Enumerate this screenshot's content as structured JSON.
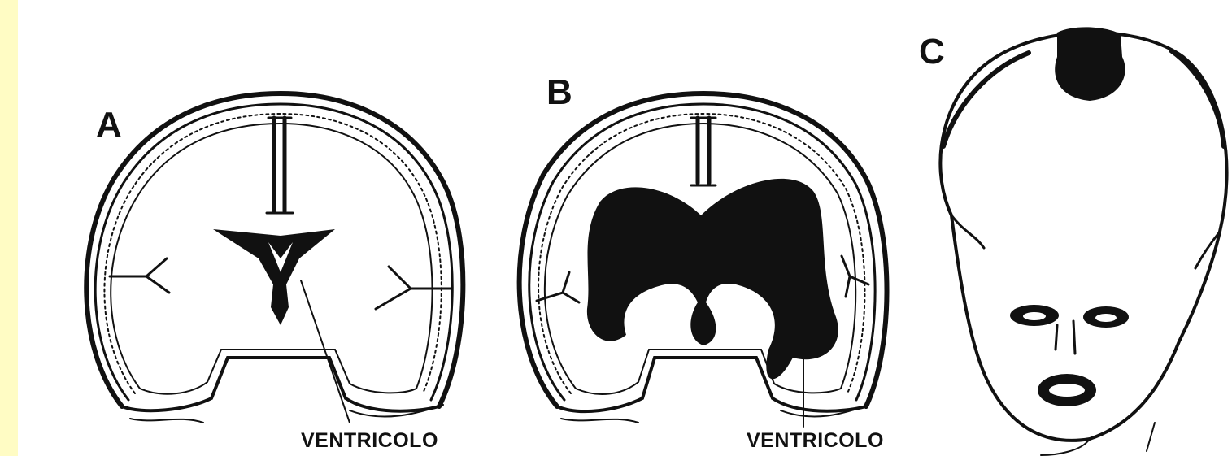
{
  "panels": {
    "a": {
      "letter": "A",
      "pointer_label": "VENTRICOLO"
    },
    "b": {
      "letter": "B",
      "pointer_label": "VENTRICOLO"
    },
    "c": {
      "letter": "C"
    }
  },
  "colors": {
    "background_border": "#fffcc4",
    "panel_background": "#ffffff",
    "ink": "#111111"
  }
}
